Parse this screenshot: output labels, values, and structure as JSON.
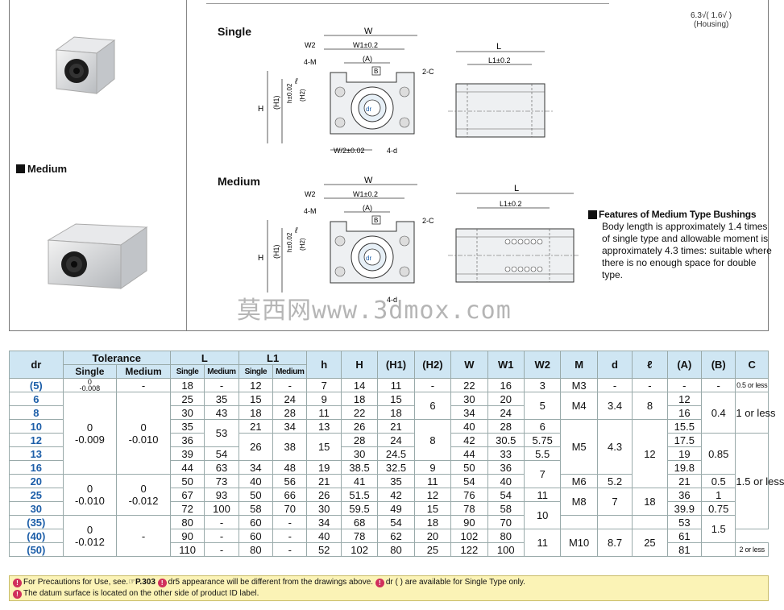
{
  "drawings": {
    "single_title": "Single",
    "medium_title": "Medium",
    "roughness_a": "6.3",
    "roughness_b": "1.6",
    "housing_label": "(Housing)",
    "dim": {
      "W": "W",
      "W1": "W1±0.2",
      "W2": "W2",
      "A": "(A)",
      "B": "B",
      "M": "4-M",
      "C": "2-C",
      "H": "H",
      "H1": "(H1)",
      "H2": "(H2)",
      "l": "ℓ",
      "h": "h±0.02",
      "W2half": "W/2±0.02",
      "d": "4-d",
      "L": "L",
      "L1": "L1±0.2",
      "dr": "dr"
    }
  },
  "left": {
    "medium_label": "Medium"
  },
  "features": {
    "title": "Features of Medium Type Bushings",
    "body": "Body length is approximately 1.4 times of single type and allowable moment is approximately 4.3 times: suitable where there is no enough space for double type."
  },
  "watermark": "莫西网www.3dmox.com",
  "table": {
    "headers": {
      "dr": "dr",
      "tolerance": "Tolerance",
      "single": "Single",
      "medium": "Medium",
      "L": "L",
      "L1": "L1",
      "h": "h",
      "H": "H",
      "H1": "(H1)",
      "H2": "(H2)",
      "W": "W",
      "W1": "W1",
      "W2": "W2",
      "M": "M",
      "d": "d",
      "l": "ℓ",
      "A": "(A)",
      "B": "(B)",
      "C": "C",
      "Ls": "Single",
      "Lm": "Medium",
      "L1s": "Single",
      "L1m": "Medium"
    },
    "dr": [
      "(5)",
      "6",
      "8",
      "10",
      "12",
      "13",
      "16",
      "20",
      "25",
      "30",
      "(35)",
      "(40)",
      "(50)"
    ],
    "tol_single": [
      "-0 -0.008",
      "0 -0.009",
      "0 -0.010",
      "0 -0.012"
    ],
    "tol_single_top": [
      "0",
      "0",
      "0",
      "0"
    ],
    "tol_single_bot": [
      "-0.008",
      "-0.009",
      "-0.010",
      "-0.012"
    ],
    "tol_medium_top": [
      "0",
      "0"
    ],
    "tol_medium_bot": [
      "-0.010",
      "-0.012"
    ],
    "dash": "-",
    "L_single": [
      "18",
      "25",
      "30",
      "35",
      "36",
      "39",
      "44",
      "50",
      "67",
      "72",
      "80",
      "90",
      "110"
    ],
    "L_medium": [
      "35",
      "43",
      "53",
      "54",
      "63",
      "73",
      "93",
      "100"
    ],
    "L1_single": [
      "12",
      "15",
      "18",
      "21",
      "26",
      "34",
      "40",
      "50",
      "58",
      "60",
      "60",
      "80"
    ],
    "L1_medium": [
      "24",
      "28",
      "34",
      "38",
      "48",
      "56",
      "66",
      "70"
    ],
    "h": [
      "7",
      "9",
      "11",
      "13",
      "15",
      "19",
      "21",
      "26",
      "30",
      "34",
      "40",
      "52"
    ],
    "H": [
      "14",
      "18",
      "22",
      "26",
      "28",
      "30",
      "38.5",
      "41",
      "51.5",
      "59.5",
      "68",
      "78",
      "102"
    ],
    "H1": [
      "11",
      "15",
      "18",
      "21",
      "24",
      "24.5",
      "32.5",
      "35",
      "42",
      "49",
      "54",
      "62",
      "80"
    ],
    "H2": [
      "6",
      "8",
      "9",
      "11",
      "12",
      "15",
      "18",
      "20",
      "25"
    ],
    "W": [
      "22",
      "30",
      "34",
      "40",
      "42",
      "44",
      "50",
      "54",
      "76",
      "78",
      "90",
      "102",
      "122"
    ],
    "W1": [
      "16",
      "20",
      "24",
      "28",
      "30.5",
      "33",
      "36",
      "40",
      "54",
      "58",
      "70",
      "80",
      "100"
    ],
    "W2": [
      "3",
      "5",
      "6",
      "5.75",
      "5.5",
      "7",
      "11",
      "10",
      "11"
    ],
    "M": [
      "M3",
      "M4",
      "M5",
      "M6",
      "M8",
      "M10"
    ],
    "d": [
      "3.4",
      "4.3",
      "5.2",
      "7",
      "8.7"
    ],
    "l": [
      "8",
      "12",
      "18",
      "25"
    ],
    "A": [
      "12",
      "16",
      "15.5",
      "17.5",
      "19",
      "19.8",
      "21",
      "36",
      "39.9",
      "53",
      "61",
      "81"
    ],
    "B": [
      "0.4",
      "0.85",
      "0.5",
      "1",
      "0.75",
      "1.5"
    ],
    "C": [
      "0.5 or less",
      "1 or less",
      "1.5 or less",
      "2 or less"
    ]
  },
  "notes": {
    "line1a": "For Precautions for Use, see.",
    "line1_page": "P.303",
    "line1b": "dr5 appearance will be different from the drawings above.",
    "line1c": "dr ( ) are available for Single Type only.",
    "line2": "The datum surface is located on the other side of product ID label."
  },
  "colors": {
    "header_bg": "#cfe6f3",
    "dr_blue": "#1c5ea8",
    "note_bg": "#fbf3b6",
    "note_icon": "#d0305c"
  }
}
